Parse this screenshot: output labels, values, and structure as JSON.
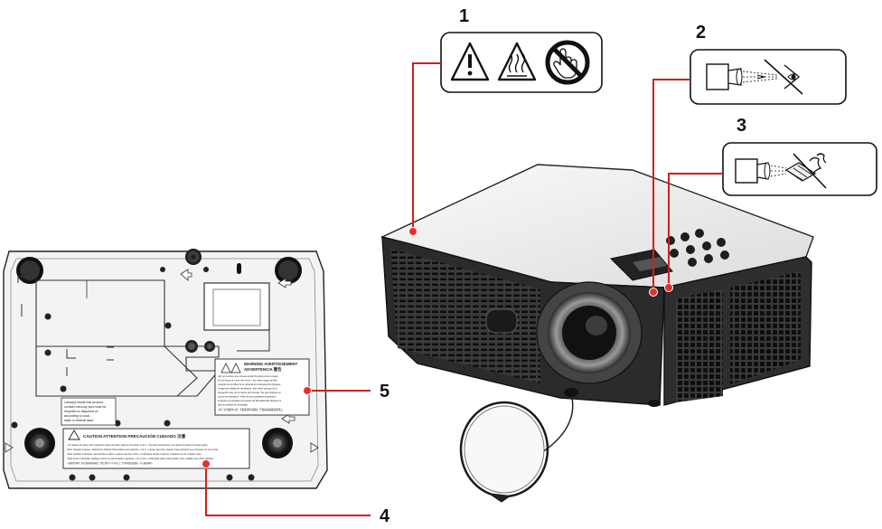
{
  "callouts": [
    "1",
    "2",
    "3",
    "4",
    "5"
  ],
  "labels": {
    "warning_title": "WARNING AVERTISSEMENT",
    "warning_subtitle": "ADVERTENCIA 警告",
    "warning_lines": [
      "•Do not remove any screws except the lamp cover screws.",
      "Do not block or cover the vents. • No retire ningún tornillo",
      "excepto los tornillos de la cubierta de la lámpara.No bloquee",
      "ni tape las salidas de ventilación. •Ne retirer aucune vis à",
      "l'exception des vis du cache de la lampe. Ne pas obstruer ou",
      "couvrir les aérations. •Não remova quaisquer parafusos,",
      "exceptos os parafusos da tampa da lâmpada.Não obstrua ou",
      "tape as saídas de ventilação.",
      "• 除了灯罩螺丝以外, 不要拆卸任何螺丝. 不要堵塞或覆盖通风口."
    ],
    "mercury_lines": [
      "Lamp(s) inside this product",
      "contain mercury and must be",
      "recycled or disposed of",
      "according to local,",
      "state or federal laws."
    ],
    "caution_title": "CAUTION ATTENTION PRECAUCIÓN CUIDADO 注意",
    "caution_lines": [
      "• To replace the lamp, first unplug the power and then wait for more than 1 hour. • The lamp temperature, be careful of pieces of broken glass.",
      "•Pour changer la lampe, débrancher d'abord l'alimentation puis attendre + d'1 h. • Lampe peut-être chaude. Faire attention aux morceaux de verre brisé.",
      "•Para cambiar la lámpara, desenchufe el cable y espere más de 1 hora. • La lámpara puede romperse. Cuidado con los cristales rotos.",
      "•Para trocar a lâmpada, desligue a fonte de alimentação e aguarde + de 1 hora. • A lâmpada pode estar partida, tome cuidado com vidros partidos.",
      "• 更换灯泡时, 首先拔掉电源插头, 然后等待 1 小时以上. 灯泡可能会破裂, 小心玻璃碎片."
    ]
  },
  "icons": {
    "label1": [
      "warning-triangle-icon",
      "hot-surface-icon",
      "no-touch-icon"
    ],
    "label2": "no-look-into-lens-icon",
    "label3": "no-obstruct-lens-icon"
  },
  "colors": {
    "leader_line": "#d0201e",
    "callout_dot": "#e3322e",
    "projector_body": "#2e2e2e",
    "outline": "#1a1a1a"
  }
}
